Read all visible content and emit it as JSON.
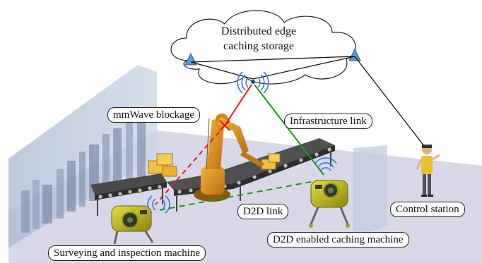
{
  "cloud": {
    "line1": "Distributed edge",
    "line2": "caching storage"
  },
  "labels": {
    "mmwave": "mmWave blockage",
    "infrastructure": "Infrastructure link",
    "d2d": "D2D link",
    "control": "Control station",
    "caching_machine": "D2D enabled caching machine",
    "inspection_machine": "Surveying and inspection machine"
  },
  "colors": {
    "mmwave_link": "#e31a1c",
    "infrastructure_link": "#1a9a1a",
    "d2d_link": "#1a9a1a",
    "node": "#5b9bd5",
    "robot_arm": "#e8a020",
    "machine": "#c8c020",
    "wall": "#b4c4d8",
    "floor": "#d6d6e6"
  }
}
